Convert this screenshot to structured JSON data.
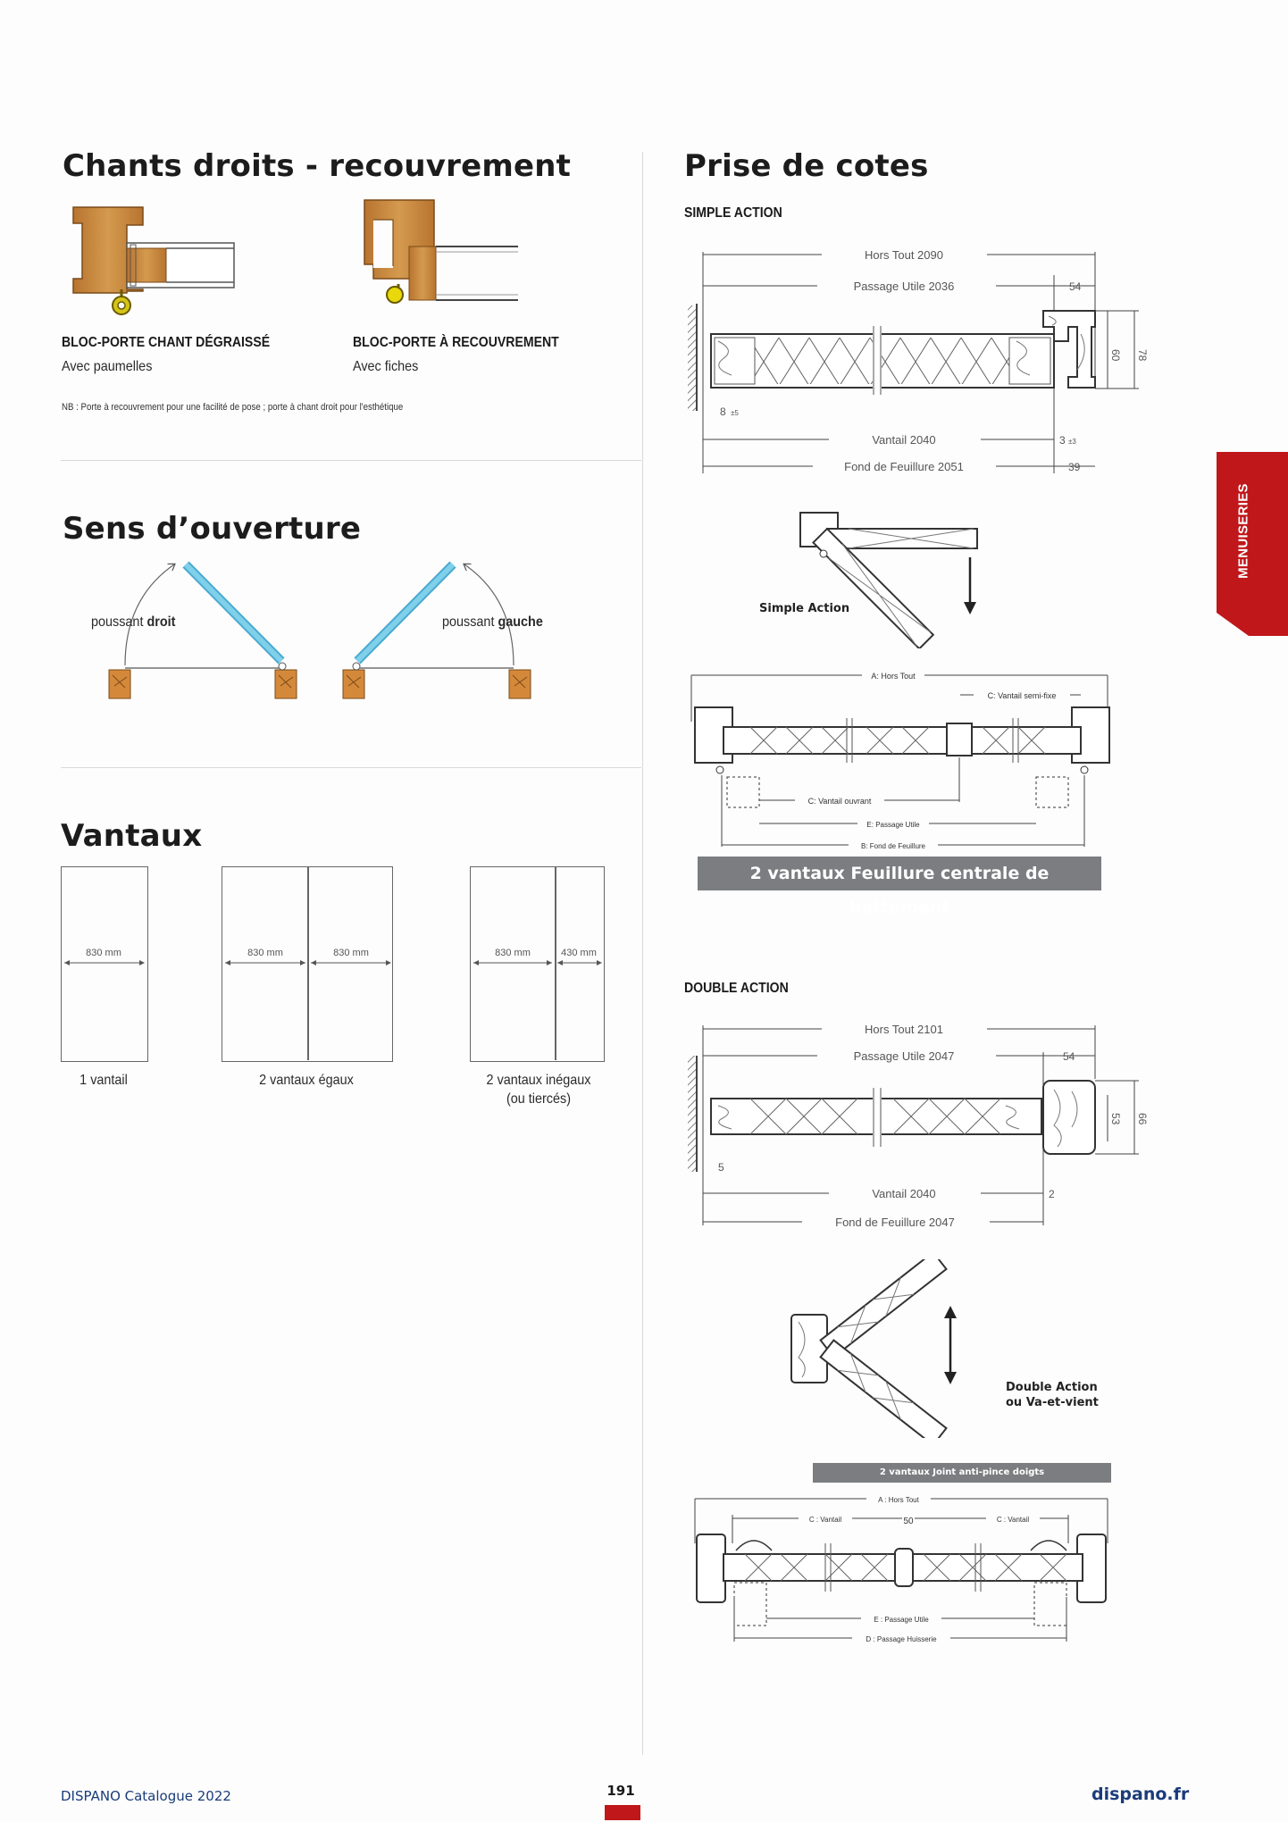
{
  "left": {
    "chants": {
      "title": "Chants droits - recouvrement",
      "items": [
        {
          "title": "BLOC-PORTE CHANT DÉGRAISSÉ",
          "subtitle": "Avec paumelles"
        },
        {
          "title": "BLOC-PORTE À RECOUVREMENT",
          "subtitle": "Avec fiches"
        }
      ],
      "note": "NB : Porte à recouvrement pour une facilité de pose ; porte à chant droit pour l'esthétique"
    },
    "sens": {
      "title": "Sens d’ouverture",
      "right_prefix": "poussant ",
      "right_bold": "droit",
      "left_prefix": "poussant ",
      "left_bold": "gauche"
    },
    "vantaux": {
      "title": "Vantaux",
      "configs": [
        {
          "caption": "1 vantail",
          "widths": [
            "830 mm"
          ]
        },
        {
          "caption": "2 vantaux égaux",
          "widths": [
            "830 mm",
            "830 mm"
          ]
        },
        {
          "caption_line1": "2 vantaux inégaux",
          "caption_line2": "(ou tiercés)",
          "widths": [
            "830 mm",
            "430 mm"
          ]
        }
      ]
    }
  },
  "right": {
    "title": "Prise de cotes",
    "simple": {
      "heading": "SIMPLE ACTION",
      "hors_tout": "Hors Tout 2090",
      "passage": "Passage Utile 2036",
      "vantail": "Vantail 2040",
      "fond": "Fond de Feuillure 2051",
      "d54": "54",
      "d60": "60",
      "d78": "78",
      "d8": "8",
      "tol8": "±5",
      "d3": "3",
      "tol3": "±3",
      "d39": "39",
      "swing_label": "Simple Action",
      "double_labels": {
        "a": "A: Hors Tout",
        "c_semi": "C: Vantail semi-fixe",
        "c_ouvrant": "C: Vantail ouvrant",
        "e": "E: Passage Utile",
        "b": "B: Fond de Feuillure"
      },
      "banner": "2 vantaux Feuillure centrale de battement"
    },
    "double": {
      "heading": "DOUBLE ACTION",
      "hors_tout": "Hors Tout 2101",
      "passage": "Passage Utile 2047",
      "vantail": "Vantail 2040",
      "fond": "Fond de Feuillure 2047",
      "d54": "54",
      "d53": "53",
      "d66": "66",
      "d5": "5",
      "d2": "2",
      "swing_label_1": "Double Action",
      "swing_label_2": "ou Va-et-vient",
      "banner": "2 vantaux Joint anti-pince doigts",
      "labels": {
        "a": "A : Hors Tout",
        "c_left": "C : Vantail",
        "c_right": "C : Vantail",
        "fifty": "50",
        "e": "E : Passage Utile",
        "d": "D : Passage Huisserie"
      }
    }
  },
  "side_tab": "MENUISERIES",
  "footer": {
    "left": "DISPANO Catalogue 2022",
    "page": "191",
    "right": "dispano.fr"
  },
  "colors": {
    "brand_red": "#c0171b",
    "brand_blue": "#1a3c7a",
    "wood": "#c98a3f",
    "wood_dark": "#a86a27",
    "door_blue": "#6cc3e3",
    "banner_gray": "#7b7d80"
  }
}
